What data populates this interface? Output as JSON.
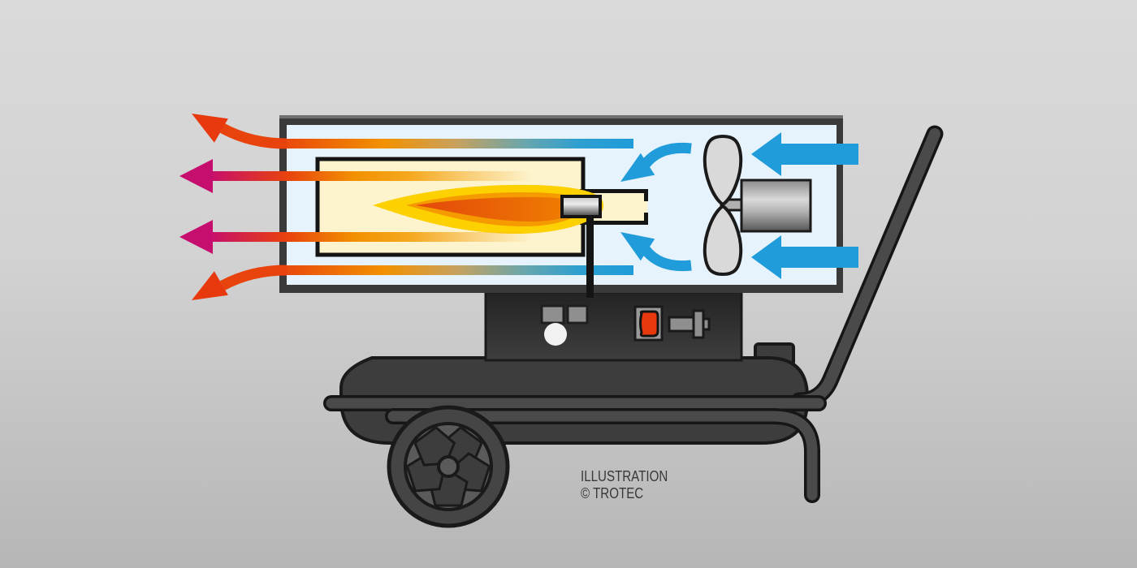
{
  "illustration": {
    "subject": "direct-fired oil heater airflow cross-section",
    "caption": {
      "line1": "ILLUSTRATION",
      "line2": "© TROTEC"
    },
    "components": {
      "housing": "heater housing",
      "combustion_chamber": "combustion chamber",
      "flame": "burner flame",
      "nozzle": "burner nozzle",
      "fuel_line": "fuel line",
      "fan": "axial fan",
      "motor": "fan motor",
      "control_panel": "control panel",
      "power_switch": "red rocker switch",
      "power_connector": "power connector",
      "fuel_tank": "fuel tank",
      "fuel_cap": "fuel filler cap",
      "wheel": "transport wheel",
      "handle": "push handle",
      "frame": "tube frame"
    },
    "airflow": {
      "cold_air_in": "cool air drawn in from the right through the fan",
      "recirculation": "air curled into burner throat by fan",
      "hot_air_out": "heated air expelled to the left"
    },
    "colors": {
      "cold_air_blue": "#1f9cd9",
      "hot_air_red": "#e8380d",
      "hot_air_magenta": "#c60e6e",
      "flame_yellow": "#fdd000",
      "flame_orange": "#f59b00",
      "flame_core_dark": "#e3470b",
      "flame_core_light": "#f08300",
      "housing_interior": "#e7f3fc",
      "chamber_interior": "#fdf3cd",
      "body_dark": "#3d3d3d",
      "outline_dark": "#1a1a1a",
      "metal_gray": "#8f8f8f",
      "background_top": "#dadada",
      "background_bottom": "#b6b6b6"
    }
  }
}
